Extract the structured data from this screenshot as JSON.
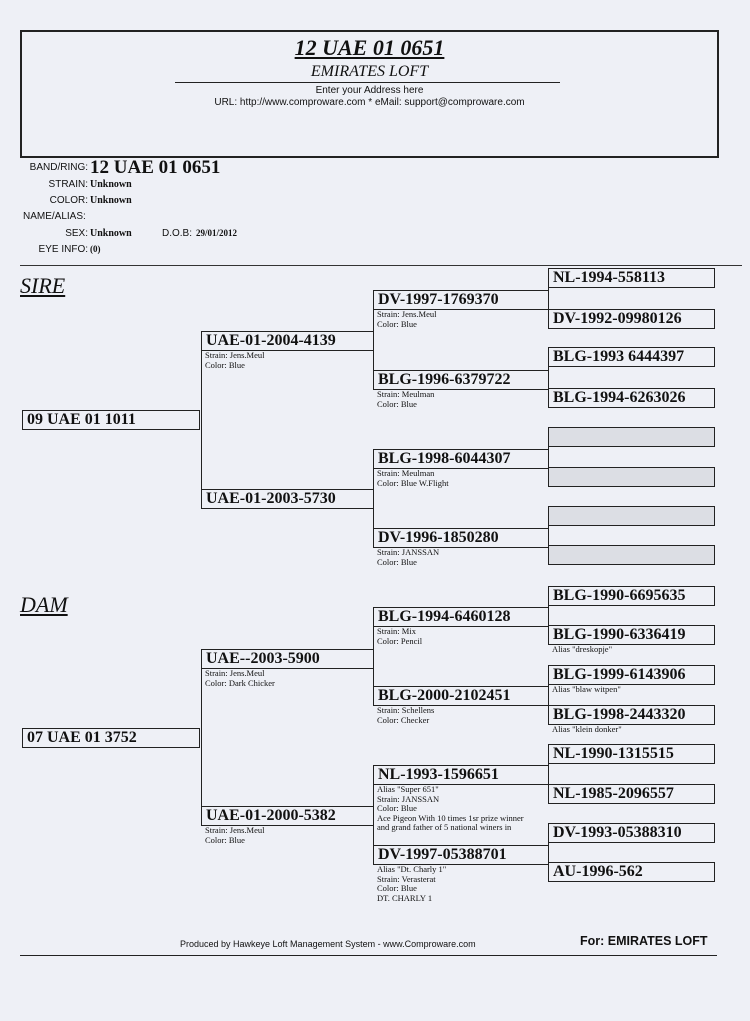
{
  "header": {
    "title": "12 UAE 01 0651",
    "loft": "EMIRATES LOFT",
    "address": "Enter your Address here",
    "url_line": "URL: http://www.comproware.com * eMail: support@comproware.com"
  },
  "bird": {
    "band_label": "BAND/RING:",
    "band": "12 UAE 01 0651",
    "strain_label": "STRAIN:",
    "strain": "Unknown",
    "color_label": "COLOR:",
    "color": "Unknown",
    "name_label": "NAME/ALIAS:",
    "sex_label": "SEX:",
    "sex": "Unknown",
    "dob_label": "D.O.B:",
    "dob": "29/01/2012",
    "eye_label": "EYE INFO:",
    "eye": "(0)"
  },
  "sections": {
    "sire": "SIRE",
    "dam": "DAM"
  },
  "gen1": [
    {
      "ring": "09 UAE 01 1011",
      "details": []
    },
    {
      "ring": "07 UAE 01 3752",
      "details": []
    }
  ],
  "gen2": [
    {
      "ring": "UAE-01-2004-4139",
      "details": [
        "Strain: Jens.Meul",
        "Color: Blue"
      ]
    },
    {
      "ring": "UAE-01-2003-5730",
      "details": []
    },
    {
      "ring": "UAE--2003-5900",
      "details": [
        "Strain: Jens.Meul",
        "Color: Dark Chicker"
      ]
    },
    {
      "ring": "UAE-01-2000-5382",
      "details": [
        "Strain: Jens.Meul",
        "Color: Blue"
      ]
    }
  ],
  "gen3": [
    {
      "ring": "DV-1997-1769370",
      "details": [
        "Strain: Jens.Meul",
        "Color: Blue"
      ]
    },
    {
      "ring": "BLG-1996-6379722",
      "details": [
        "Strain: Meulman",
        "Color: Blue"
      ]
    },
    {
      "ring": "BLG-1998-6044307",
      "details": [
        "Strain: Meulman",
        "Color: Blue W.Flight"
      ]
    },
    {
      "ring": "DV-1996-1850280",
      "details": [
        "Strain: JANSSAN",
        "Color: Blue"
      ]
    },
    {
      "ring": "BLG-1994-6460128",
      "details": [
        "Strain: Mix",
        "Color: Pencil"
      ]
    },
    {
      "ring": "BLG-2000-2102451",
      "details": [
        "Strain: Schellens",
        "Color: Checker"
      ]
    },
    {
      "ring": "NL-1993-1596651",
      "details": [
        "Alias \"Super 651\"",
        "Strain: JANSSAN",
        "Color: Blue",
        "Ace Pigeon With 10 times 1sr prize winner",
        "and grand father of 5 national winers in"
      ]
    },
    {
      "ring": "DV-1997-05388701",
      "details": [
        "Alias \"Dt. Charly 1\"",
        "Strain: Verasterat",
        "Color: Blue",
        "DT. CHARLY 1"
      ]
    }
  ],
  "gen4": [
    {
      "ring": "NL-1994-558113",
      "details": []
    },
    {
      "ring": "DV-1992-09980126",
      "details": []
    },
    {
      "ring": "BLG-1993 6444397",
      "details": []
    },
    {
      "ring": "BLG-1994-6263026",
      "details": []
    },
    {
      "ring": "",
      "details": []
    },
    {
      "ring": "",
      "details": []
    },
    {
      "ring": "",
      "details": []
    },
    {
      "ring": "",
      "details": []
    },
    {
      "ring": "BLG-1990-6695635",
      "details": []
    },
    {
      "ring": "BLG-1990-6336419",
      "details": [
        "Alias \"dreskopje\""
      ]
    },
    {
      "ring": "BLG-1999-6143906",
      "details": [
        "Alias \"blaw witpen\""
      ]
    },
    {
      "ring": "BLG-1998-2443320",
      "details": [
        "Alias \"klein donker\""
      ]
    },
    {
      "ring": "NL-1990-1315515",
      "details": []
    },
    {
      "ring": "NL-1985-2096557",
      "details": []
    },
    {
      "ring": "DV-1993-05388310",
      "details": []
    },
    {
      "ring": "AU-1996-562",
      "details": []
    }
  ],
  "footer": {
    "produced": "Produced by Hawkeye Loft Management System - www.Comproware.com",
    "for_loft": "For: EMIRATES LOFT"
  }
}
